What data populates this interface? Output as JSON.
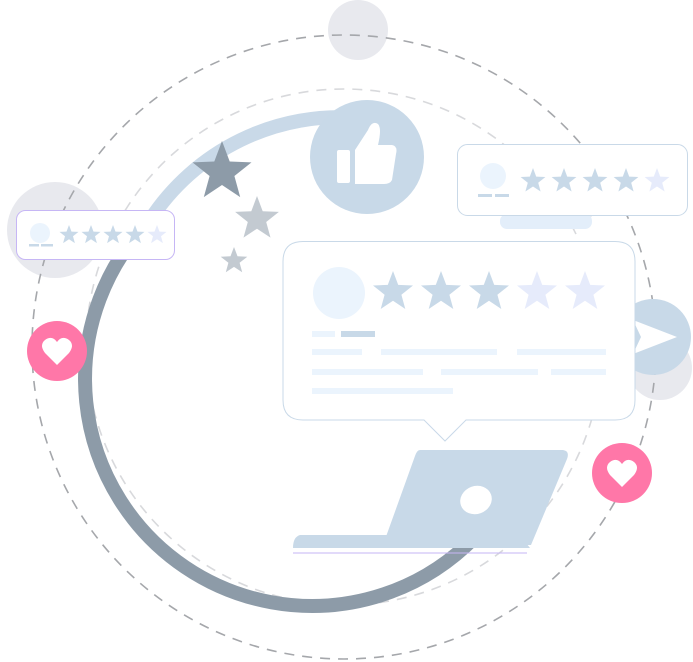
{
  "colors": {
    "ring_light": "#c9d9e8",
    "ring_dark": "#8d9ba8",
    "bubble_gray": "#e8e9ee",
    "accent_blue": "#c8d9e8",
    "heart_pink": "#ff77a8",
    "star_filled": "#c8d9e8",
    "star_empty": "#e6ebfb",
    "card_border": "#c9d9e8",
    "small_card_border": "#c6b6f5",
    "line_light": "#ebf4fd"
  },
  "icons": {
    "thumbs_up": "thumbs-up-icon",
    "send": "send-icon",
    "heart": "heart-icon",
    "laptop": "laptop-icon",
    "star": "star-icon",
    "avatar": "avatar-icon"
  },
  "ratings": {
    "main_review": {
      "filled": 3,
      "total": 5
    },
    "top_right_card": {
      "filled": 4,
      "total": 5
    },
    "left_card": {
      "filled": 4,
      "total": 5
    }
  }
}
